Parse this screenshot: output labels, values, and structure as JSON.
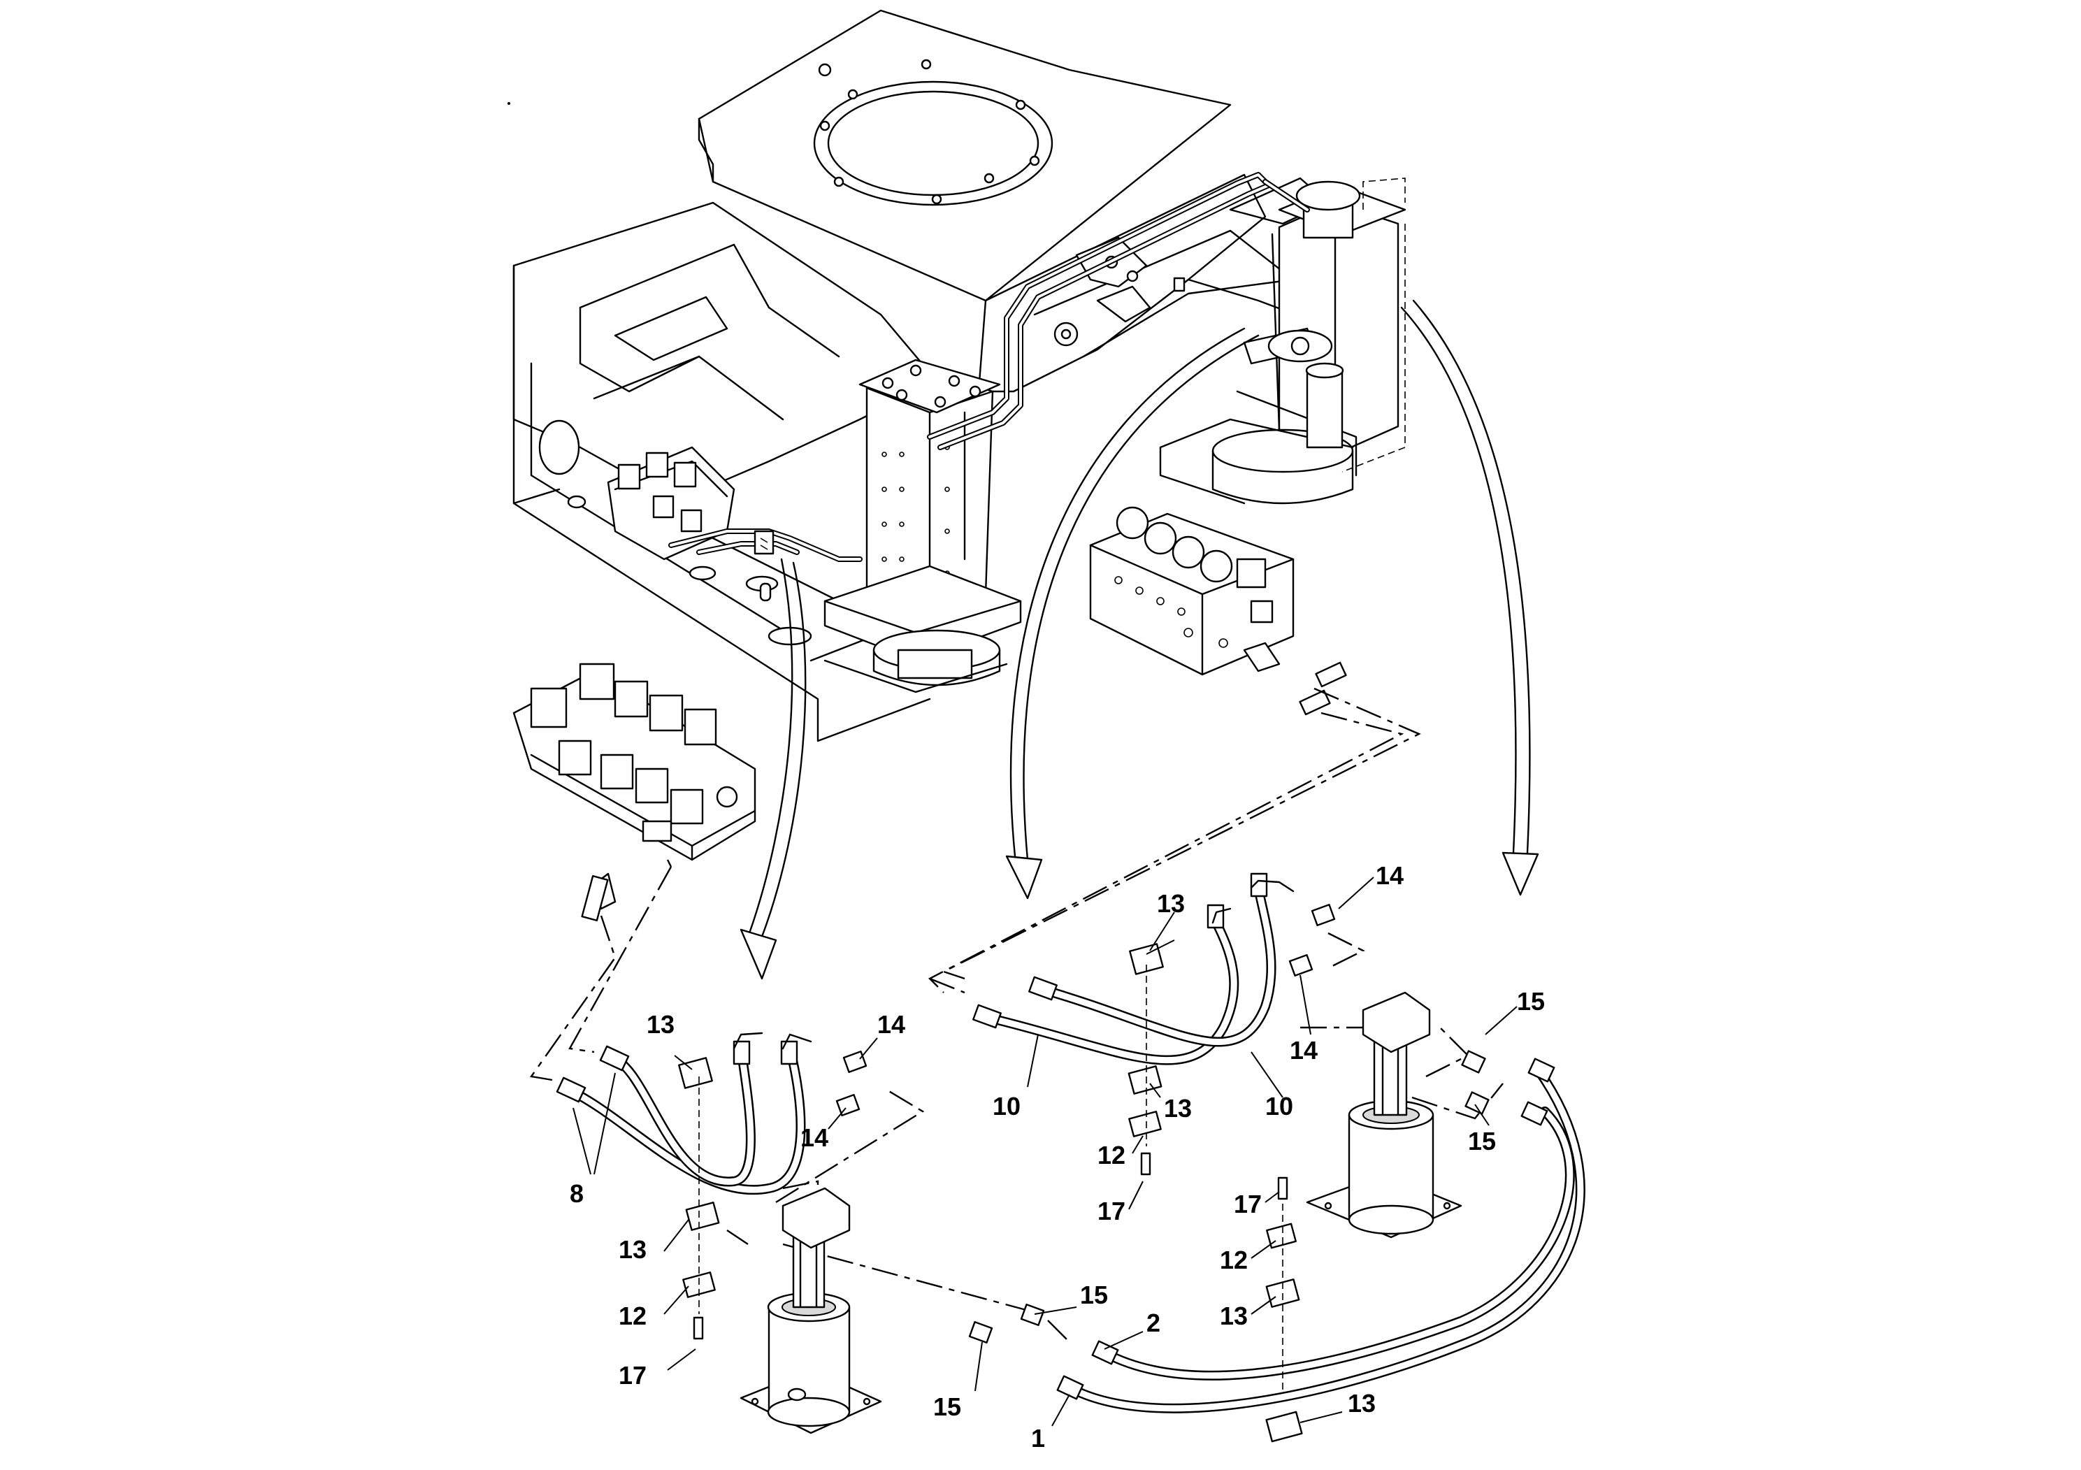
{
  "callouts": [
    {
      "id": "c1",
      "text": "14"
    },
    {
      "id": "c2",
      "text": "13"
    },
    {
      "id": "c3",
      "text": "15"
    },
    {
      "id": "c4",
      "text": "14"
    },
    {
      "id": "c5",
      "text": "15"
    },
    {
      "id": "c6",
      "text": "10"
    },
    {
      "id": "c7",
      "text": "13"
    },
    {
      "id": "c8",
      "text": "10"
    },
    {
      "id": "c9",
      "text": "12"
    },
    {
      "id": "c10",
      "text": "17"
    },
    {
      "id": "c11",
      "text": "17"
    },
    {
      "id": "c12",
      "text": "12"
    },
    {
      "id": "c13",
      "text": "13"
    },
    {
      "id": "c14",
      "text": "13"
    },
    {
      "id": "c15",
      "text": "14"
    },
    {
      "id": "c16",
      "text": "14"
    },
    {
      "id": "c17",
      "text": "8"
    },
    {
      "id": "c18",
      "text": "13"
    },
    {
      "id": "c19",
      "text": "12"
    },
    {
      "id": "c20",
      "text": "17"
    },
    {
      "id": "c21",
      "text": "15"
    },
    {
      "id": "c22",
      "text": "2"
    },
    {
      "id": "c23",
      "text": "15"
    },
    {
      "id": "c24",
      "text": "1"
    },
    {
      "id": "c25",
      "text": "13"
    }
  ]
}
